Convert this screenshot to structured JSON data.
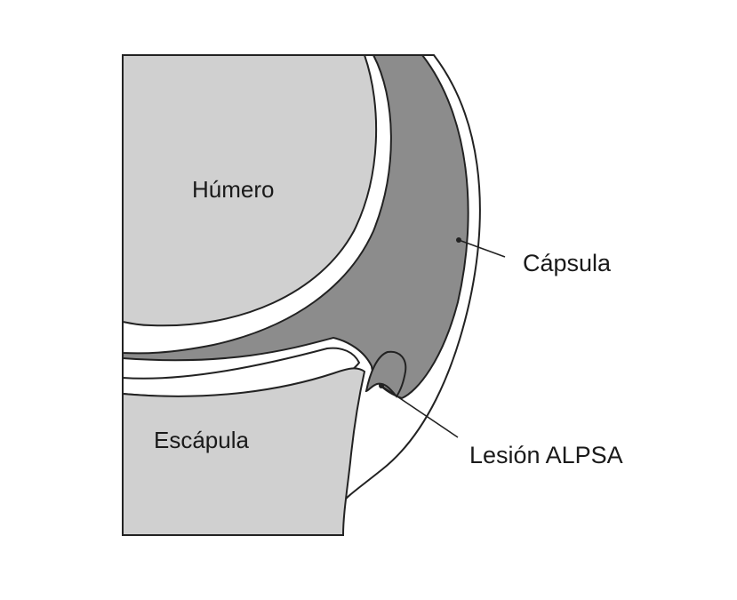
{
  "labels": {
    "humero": "Húmero",
    "escapula": "Escápula",
    "capsula": "Cápsula",
    "lesion": "Lesión ALPSA"
  },
  "colors": {
    "bone": "#d0d0d0",
    "capsule": "#8c8c8c",
    "outline": "#222222",
    "background": "#ffffff"
  }
}
